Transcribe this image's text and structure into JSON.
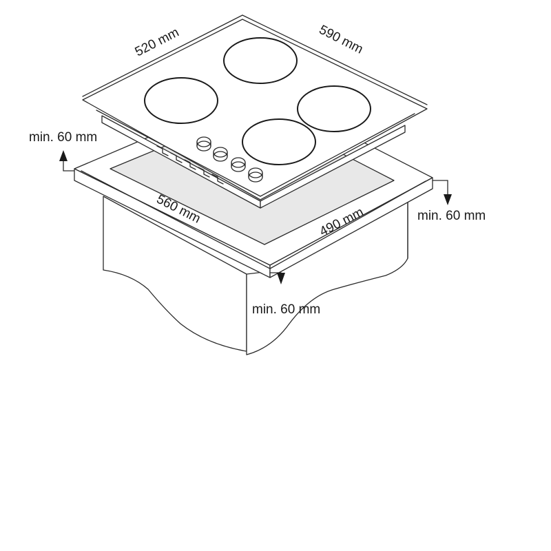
{
  "dimensions": {
    "hob_width": "520 mm",
    "hob_depth": "590 mm",
    "cutout_width": "560 mm",
    "cutout_depth": "490 mm",
    "clearance_back": "min. 60 mm",
    "clearance_side": "min. 60 mm",
    "clearance_front": "min. 60 mm"
  },
  "colors": {
    "line": "#2a2a2a",
    "text": "#1a1a1a",
    "background": "#ffffff"
  }
}
